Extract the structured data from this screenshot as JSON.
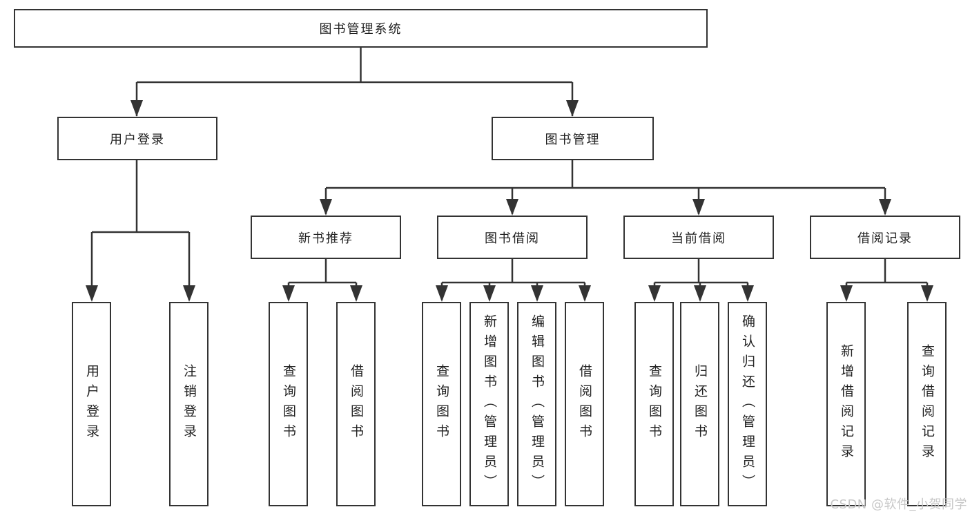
{
  "title": "图书管理系统",
  "tree": {
    "root": {
      "label": "图书管理系统"
    },
    "children": [
      {
        "label": "用户登录",
        "children": [
          {
            "label": "用户登录"
          },
          {
            "label": "注销登录"
          }
        ]
      },
      {
        "label": "图书管理",
        "children": [
          {
            "label": "新书推荐",
            "children": [
              {
                "label": "查询图书"
              },
              {
                "label": "借阅图书"
              }
            ]
          },
          {
            "label": "图书借阅",
            "children": [
              {
                "label": "查询图书"
              },
              {
                "label": "新增图书（管理员）"
              },
              {
                "label": "编辑图书（管理员）"
              },
              {
                "label": "借阅图书"
              }
            ]
          },
          {
            "label": "当前借阅",
            "children": [
              {
                "label": "查询图书"
              },
              {
                "label": "归还图书"
              },
              {
                "label": "确认归还（管理员）"
              }
            ]
          },
          {
            "label": "借阅记录",
            "children": [
              {
                "label": "新增借阅记录"
              },
              {
                "label": "查询借阅记录"
              }
            ]
          }
        ]
      }
    ]
  },
  "watermark": {
    "text": "CSDN @软件_小贺同学"
  },
  "colors": {
    "line": "#333333",
    "box_border": "#333333",
    "text": "#222222",
    "background": "#ffffff",
    "watermark": "#c7c7c7"
  }
}
